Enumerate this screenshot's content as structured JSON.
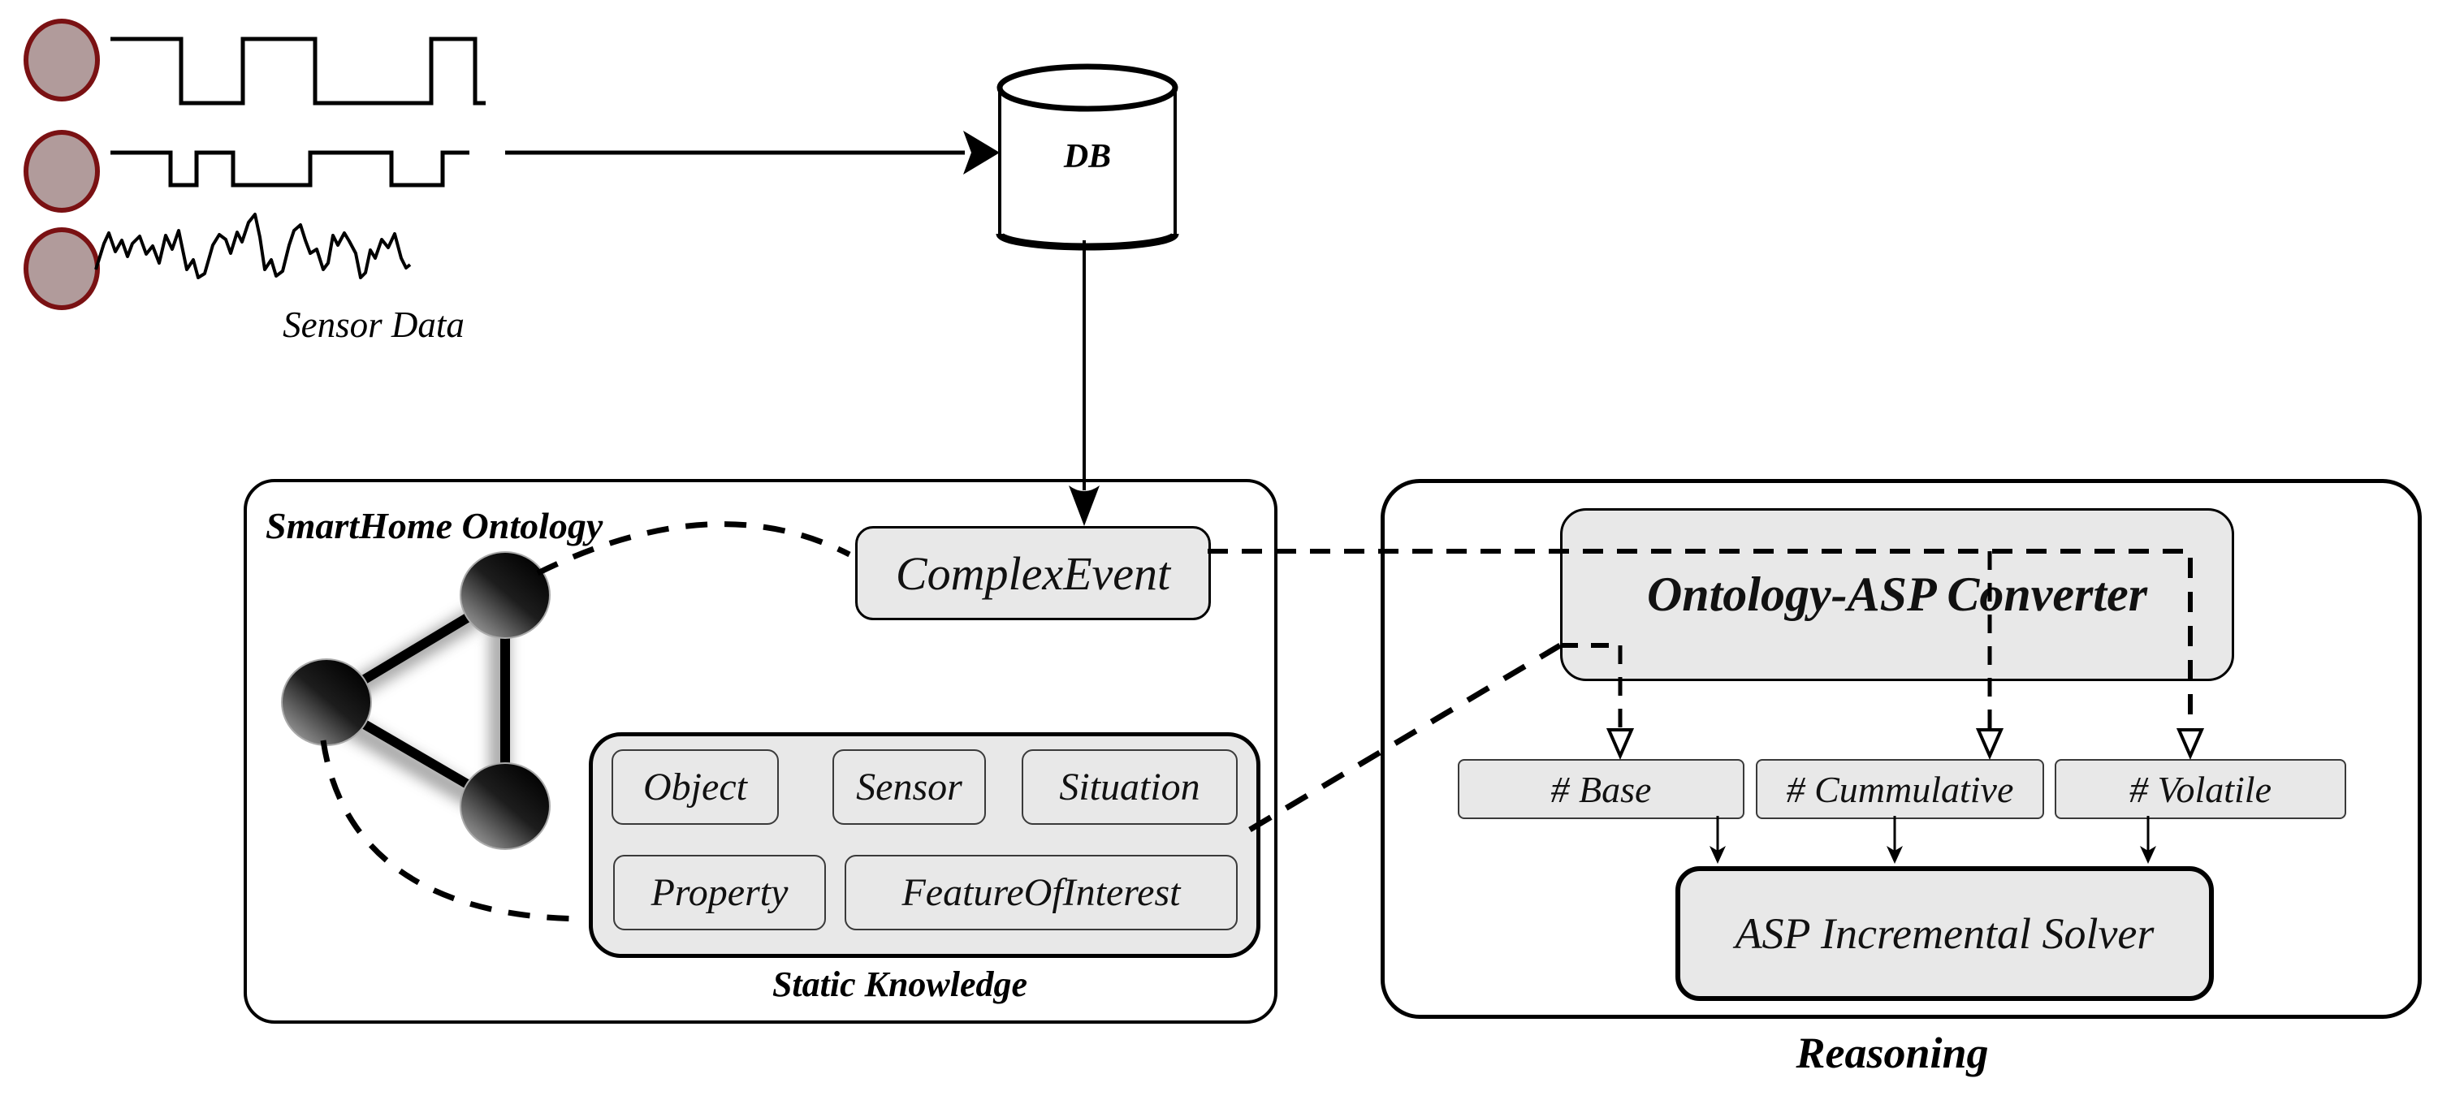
{
  "sensor_panel": {
    "caption": "Sensor Data"
  },
  "database": {
    "label": "DB"
  },
  "ontology": {
    "title": "SmartHome Ontology",
    "complex_event_label": "ComplexEvent",
    "static_knowledge": {
      "caption": "Static Knowledge",
      "classes": [
        "Object",
        "Sensor",
        "Situation",
        "Property",
        "FeatureOfInterest"
      ]
    }
  },
  "reasoning": {
    "caption": "Reasoning",
    "converter_label": "Ontology-ASP Converter",
    "program_parts": [
      "# Base",
      "# Cummulative",
      "# Volatile"
    ],
    "solver_label": "ASP Incremental Solver"
  },
  "icons": {
    "sensor_node": "sensor-circle-icon",
    "database": "database-cylinder-icon",
    "graph": "ontology-graph-icon"
  },
  "colors": {
    "box_fill": "#e8e8e8",
    "line": "#000000",
    "sensor_circle_fill": "#b19b9b",
    "sensor_circle_border": "#7a1113"
  }
}
